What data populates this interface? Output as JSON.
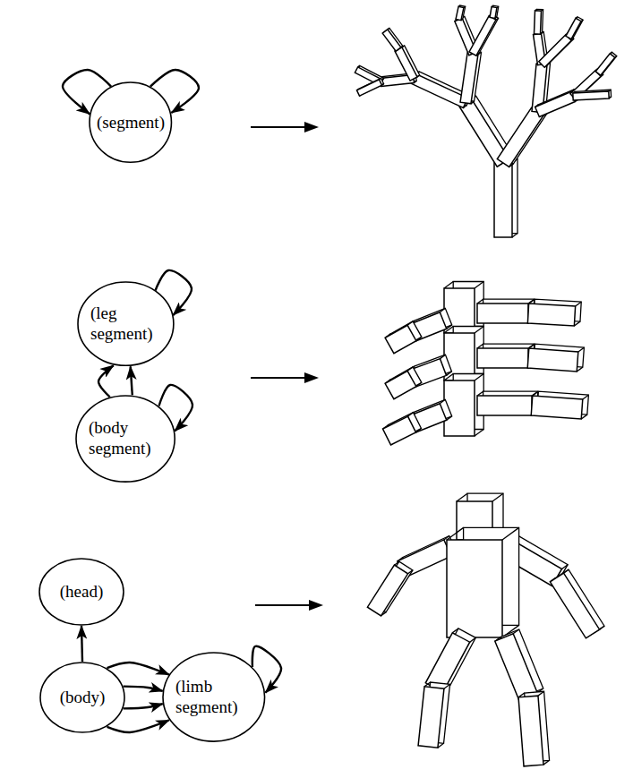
{
  "diagram": {
    "nodes": [
      {
        "text": [
          "(segment)"
        ]
      },
      {
        "text": [
          "(leg segment)"
        ]
      },
      {
        "text": [
          "(body segment)"
        ]
      },
      {
        "text": [
          "(head)"
        ]
      },
      {
        "text": [
          "(body)"
        ]
      },
      {
        "text": [
          "(limb segment)"
        ]
      }
    ],
    "edges": [
      {
        "from": 0,
        "to": 0,
        "arrow": "to"
      },
      {
        "from": 0,
        "to": 0,
        "arrow": "to"
      },
      {
        "from": 1,
        "to": 1,
        "arrow": "to"
      },
      {
        "from": 2,
        "to": 1,
        "arrow": "to"
      },
      {
        "from": 2,
        "to": 1,
        "arrow": "to"
      },
      {
        "from": 2,
        "to": 2,
        "arrow": "to"
      },
      {
        "from": 4,
        "to": 3,
        "arrow": "to"
      },
      {
        "from": 4,
        "to": 5,
        "arrow": "to"
      },
      {
        "from": 4,
        "to": 5,
        "arrow": "to"
      },
      {
        "from": 4,
        "to": 5,
        "arrow": "to"
      },
      {
        "from": 4,
        "to": 5,
        "arrow": "to"
      },
      {
        "from": 5,
        "to": 5,
        "arrow": "to"
      }
    ]
  }
}
